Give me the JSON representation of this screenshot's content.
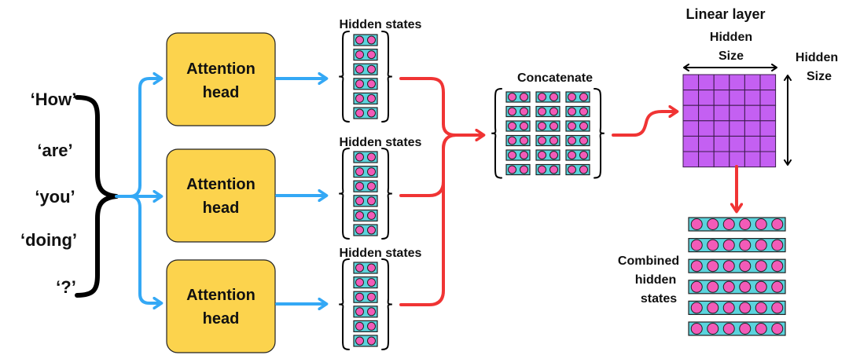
{
  "tokens": [
    "‘How’",
    "‘are’",
    "‘you’",
    "‘doing’",
    "‘?’"
  ],
  "attention_heads": [
    {
      "line1": "Attention",
      "line2": "head"
    },
    {
      "line1": "Attention",
      "line2": "head"
    },
    {
      "line1": "Attention",
      "line2": "head"
    }
  ],
  "hidden_states_label": "Hidden states",
  "concatenate_label": "Concatenate",
  "linear_layer": {
    "title": "Linear layer",
    "width_label_line1": "Hidden",
    "width_label_line2": "Size",
    "height_label_line1": "Hidden",
    "height_label_line2": "Size"
  },
  "combined": {
    "line1": "Combined",
    "line2": "hidden",
    "line3": "states"
  },
  "colors": {
    "attention_head_fill": "#fcd34d",
    "state_cell_fill": "#5ad3dd",
    "state_dot_fill": "#f25bb8",
    "linear_cell_fill": "#c460f2",
    "blue_arrow": "#34a8f5",
    "red_arrow": "#f03434",
    "bracket": "#000000"
  }
}
